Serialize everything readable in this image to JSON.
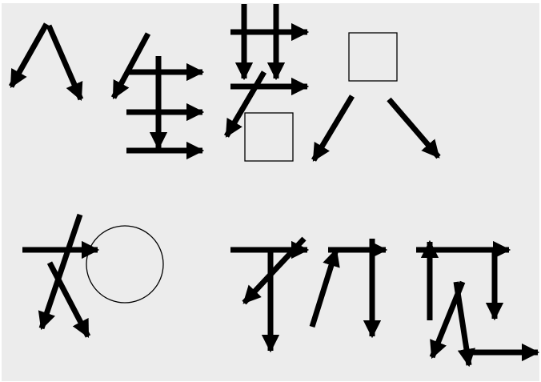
{
  "colors": {
    "background": "#ececec",
    "page": "#ffffff",
    "ink": "#000000"
  },
  "groups": [
    {
      "name": "stroke-group-ren"
    },
    {
      "name": "stroke-group-jin"
    },
    {
      "name": "stroke-group-ruo"
    },
    {
      "name": "stroke-group-ba"
    },
    {
      "name": "stroke-group-ru"
    },
    {
      "name": "stroke-group-yan"
    },
    {
      "name": "stroke-group-zheng"
    }
  ]
}
